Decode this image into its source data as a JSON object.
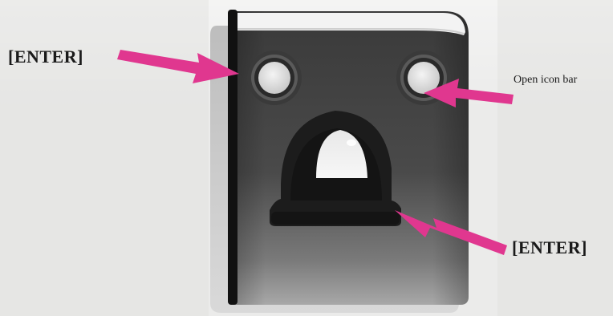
{
  "callouts": {
    "enter_top": "[ENTER]",
    "open_icon_bar": "Open icon bar",
    "enter_bottom": "[ENTER]"
  },
  "device": {
    "name": "book-shaped-device-icon",
    "colors": {
      "body_dark": "#2b2b2b",
      "body_light": "#9a9a9a",
      "spine": "#111111",
      "top_band": "#f3f3f3",
      "shadow": "#cfcfcf",
      "arrow": "#e0378f"
    }
  },
  "buttons": {
    "left_round": "left-round-button",
    "right_round": "right-round-button",
    "center_dome": "center-dome-button"
  }
}
